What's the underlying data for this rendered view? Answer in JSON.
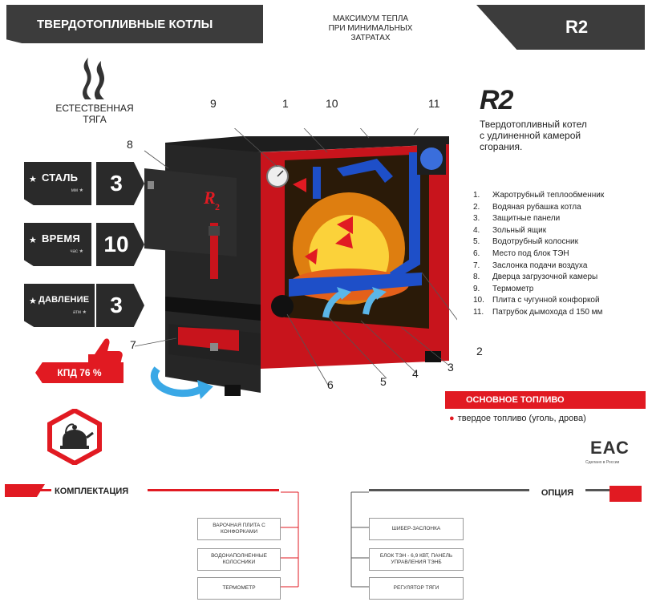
{
  "header": {
    "category": "ТВЕРДОТОПЛИВНЫЕ КОТЛЫ",
    "tagline": [
      "МАКСИМУМ ТЕПЛА",
      "ПРИ МИНИМАЛЬНЫХ",
      "ЗАТРАТАХ"
    ],
    "model": "R2"
  },
  "draft": {
    "label": [
      "ЕСТЕСТВЕННАЯ",
      "ТЯГА"
    ],
    "icon": "smoke-icon"
  },
  "specs": [
    {
      "name": "СТАЛЬ",
      "unit": "мм ★",
      "value": "3"
    },
    {
      "name": "ВРЕМЯ",
      "unit": "час ★",
      "value": "10"
    },
    {
      "name": "ДАВЛЕНИЕ",
      "unit": "атм ★",
      "value": "3"
    }
  ],
  "efficiency": "КПД 76 %",
  "product": {
    "logo": "R2",
    "description": [
      "Твердотопливный котел",
      "с удлиненной камерой",
      "сгорания."
    ]
  },
  "legend": [
    {
      "num": "1.",
      "text": "Жаротрубный теплообменник"
    },
    {
      "num": "2.",
      "text": "Водяная рубашка котла"
    },
    {
      "num": "3.",
      "text": "Защитные панели"
    },
    {
      "num": "4.",
      "text": "Зольный ящик"
    },
    {
      "num": "5.",
      "text": "Водотрубный колосник"
    },
    {
      "num": "6.",
      "text": "Место под блок ТЭН"
    },
    {
      "num": "7.",
      "text": "Заслонка подачи воздуха"
    },
    {
      "num": "8.",
      "text": "Дверца загрузочной камеры"
    },
    {
      "num": "9.",
      "text": "Термометр"
    },
    {
      "num": "10.",
      "text": "Плита с чугунной конфоркой"
    },
    {
      "num": "11.",
      "text": "Патрубок дымохода d 150 мм"
    }
  ],
  "callouts": [
    "1",
    "2",
    "3",
    "4",
    "5",
    "6",
    "7",
    "8",
    "9",
    "10",
    "11"
  ],
  "fuel": {
    "title": "ОСНОВНОЕ ТОПЛИВО",
    "item": "твердое топливо (уголь, дрова)"
  },
  "cert": {
    "mark": "ЕАС",
    "sub": "Сделано в России"
  },
  "equipment": {
    "title": "КОМПЛЕКТАЦИЯ",
    "items": [
      "ВАРОЧНАЯ ПЛИТА С КОНФОРКАМИ",
      "ВОДОНАПОЛНЕННЫЕ КОЛОСНИКИ",
      "ТЕРМОМЕТР"
    ]
  },
  "options": {
    "title": "ОПЦИЯ",
    "items": [
      "ШИБЕР-ЗАСЛОНКА",
      "БЛОК ТЭН - 6,9 КВТ, ПАНЕЛЬ УПРАВЛЕНИЯ ТЭНБ",
      "РЕГУЛЯТОР ТЯГИ"
    ]
  },
  "colors": {
    "accent": "#e11a22",
    "dark": "#2a2a2a",
    "boiler_red": "#c8141c"
  }
}
